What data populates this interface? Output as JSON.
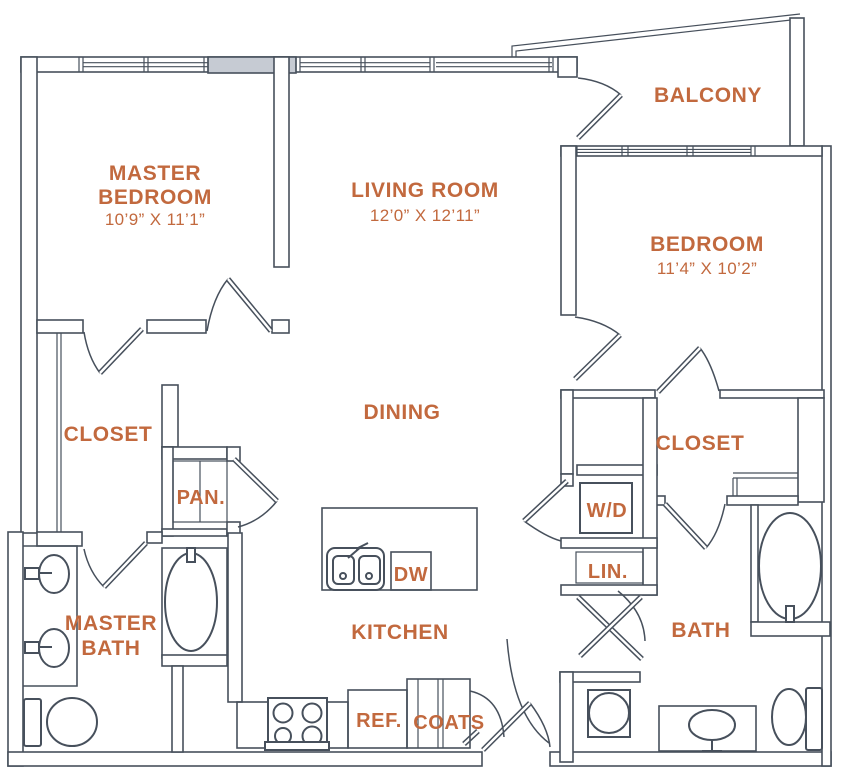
{
  "plan": {
    "colors": {
      "wall": "#47505C",
      "label": "#C2693E",
      "wall_fill": "#C6CBD3",
      "background": "#FFFFFF"
    },
    "rooms": {
      "master_bedroom": {
        "line1": "MASTER",
        "line2": "BEDROOM",
        "dims": "10’9” X 11’1”"
      },
      "living_room": {
        "name": "LIVING ROOM",
        "dims": "12’0” X 12’11”"
      },
      "bedroom": {
        "name": "BEDROOM",
        "dims": "11’4” X 10’2”"
      },
      "balcony": {
        "name": "BALCONY"
      },
      "dining": {
        "name": "DINING"
      },
      "kitchen": {
        "name": "KITCHEN"
      },
      "master_closet": {
        "name": "CLOSET"
      },
      "bedroom_closet": {
        "name": "CLOSET"
      },
      "pantry": {
        "name": "PAN."
      },
      "master_bath": {
        "line1": "MASTER",
        "line2": "BATH"
      },
      "bath": {
        "name": "BATH"
      },
      "washer_dryer": {
        "name": "W/D"
      },
      "linen": {
        "name": "LIN."
      },
      "dishwasher": {
        "name": "DW"
      },
      "refrigerator": {
        "name": "REF."
      },
      "coats": {
        "name": "COATS"
      }
    }
  }
}
